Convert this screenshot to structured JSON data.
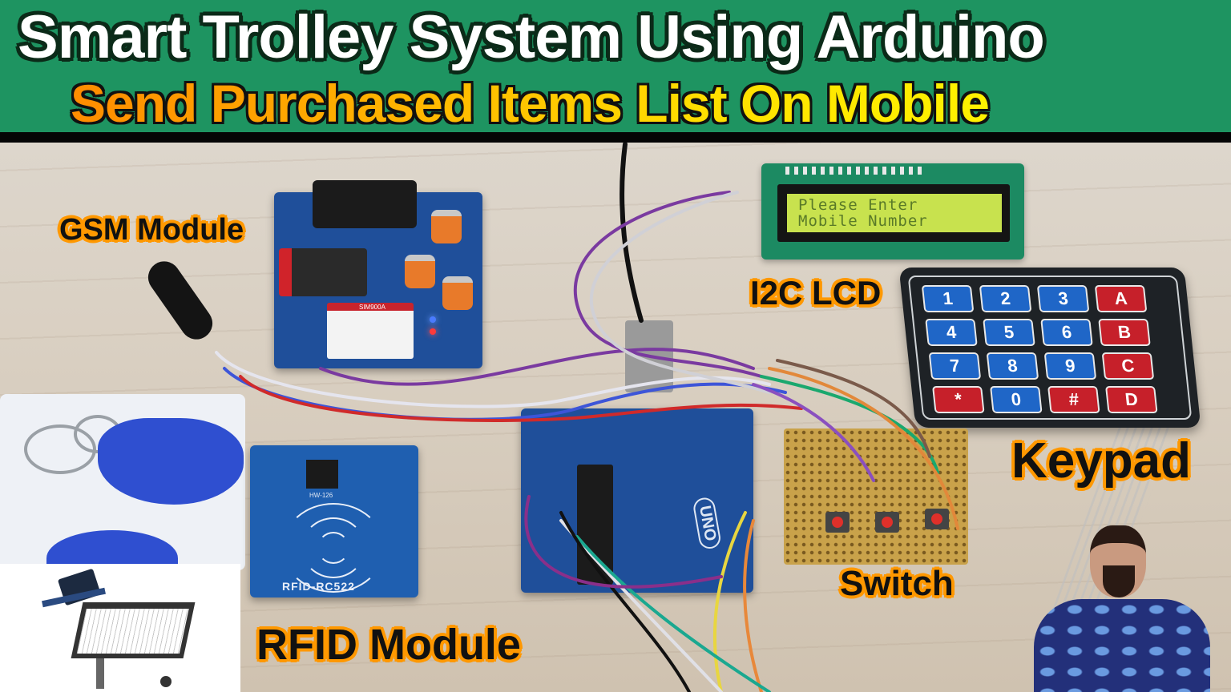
{
  "banner": {
    "title": "Smart Trolley System Using Arduino",
    "subtitle": "Send Purchased Items List On Mobile",
    "background_color": "#1e9461",
    "title_color": "#ffffff",
    "subtitle_gradient": [
      "#ff8c00",
      "#fff200"
    ]
  },
  "labels": {
    "gsm": "GSM Module",
    "lcd": "I2C LCD",
    "keypad": "Keypad",
    "switch": "Switch",
    "rfid": "RFID Module",
    "label_outline_color": "#ff9800"
  },
  "lcd": {
    "line1": "Please Enter",
    "line2": "Mobile Number"
  },
  "keypad": {
    "keys": [
      {
        "label": "1",
        "color": "blue"
      },
      {
        "label": "2",
        "color": "blue"
      },
      {
        "label": "3",
        "color": "blue"
      },
      {
        "label": "A",
        "color": "red"
      },
      {
        "label": "4",
        "color": "blue"
      },
      {
        "label": "5",
        "color": "blue"
      },
      {
        "label": "6",
        "color": "blue"
      },
      {
        "label": "B",
        "color": "red"
      },
      {
        "label": "7",
        "color": "blue"
      },
      {
        "label": "8",
        "color": "blue"
      },
      {
        "label": "9",
        "color": "blue"
      },
      {
        "label": "C",
        "color": "red"
      },
      {
        "label": "*",
        "color": "red"
      },
      {
        "label": "0",
        "color": "blue"
      },
      {
        "label": "#",
        "color": "red"
      },
      {
        "label": "D",
        "color": "red"
      }
    ]
  },
  "rfid_board": {
    "silkscreen": "RFID-RC522",
    "chip_label": "HW-126"
  },
  "gsm_board": {
    "module_label": "SIM900A"
  },
  "arduino_board": {
    "logo": "UNO"
  }
}
